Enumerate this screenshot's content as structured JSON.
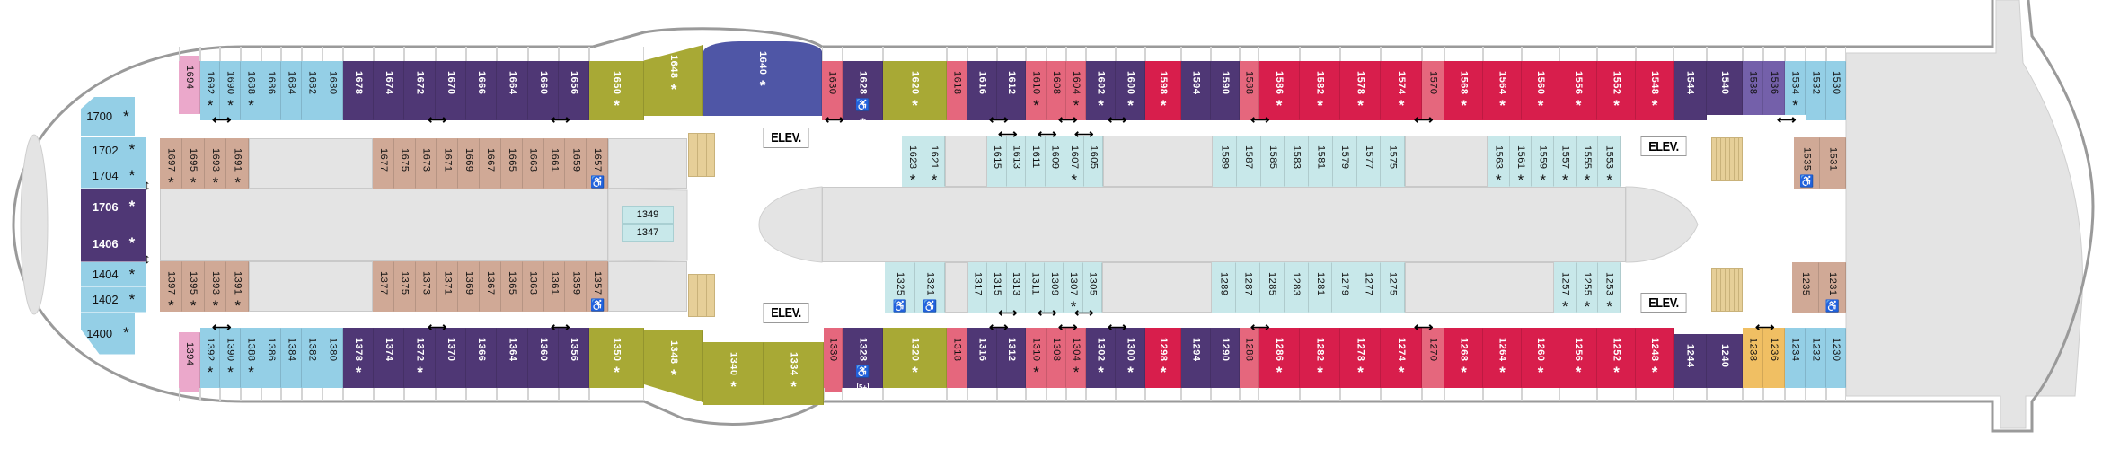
{
  "colors": {
    "lightblue": "#94cfe6",
    "purple": "#4f3775",
    "olive": "#a8a935",
    "royal": "#4f56a6",
    "rose": "#e5677d",
    "crimson": "#d81e4c",
    "tan": "#d0a996",
    "cyan": "#c8e8ea",
    "pink": "#eba8cb",
    "lavender": "#7460aa",
    "orange": "#f0bf63"
  },
  "top_row": [
    {
      "n": "1694",
      "t": "pink"
    },
    {
      "n": "1692",
      "t": "lightblue",
      "s": 1
    },
    {
      "n": "1690",
      "t": "lightblue",
      "s": 1
    },
    {
      "n": "1688",
      "t": "lightblue",
      "s": 1
    },
    {
      "n": "1686",
      "t": "lightblue"
    },
    {
      "n": "1684",
      "t": "lightblue"
    },
    {
      "n": "1682",
      "t": "lightblue"
    },
    {
      "n": "1680",
      "t": "lightblue"
    },
    {
      "n": "1678",
      "t": "purple"
    },
    {
      "n": "1674",
      "t": "purple"
    },
    {
      "n": "1672",
      "t": "purple"
    },
    {
      "n": "1670",
      "t": "purple"
    },
    {
      "n": "1666",
      "t": "purple"
    },
    {
      "n": "1664",
      "t": "purple"
    },
    {
      "n": "1660",
      "t": "purple"
    },
    {
      "n": "1656",
      "t": "purple"
    },
    {
      "n": "1650",
      "t": "olive",
      "s": 1
    },
    {
      "n": "1648",
      "t": "olive",
      "s": 1
    },
    {
      "n": "1640",
      "t": "royal",
      "s": 1
    },
    {
      "n": "1630",
      "t": "rose"
    },
    {
      "n": "1628",
      "t": "purple",
      "a": 1,
      "s": 1
    },
    {
      "n": "1620",
      "t": "olive",
      "s": 1
    },
    {
      "n": "1618",
      "t": "rose"
    },
    {
      "n": "1616",
      "t": "purple"
    },
    {
      "n": "1612",
      "t": "purple"
    },
    {
      "n": "1610",
      "t": "rose",
      "s": 1
    },
    {
      "n": "1608",
      "t": "rose"
    },
    {
      "n": "1604",
      "t": "rose",
      "s": 1
    },
    {
      "n": "1602",
      "t": "purple",
      "s": 1
    },
    {
      "n": "1600",
      "t": "purple",
      "s": 1
    },
    {
      "n": "1598",
      "t": "crimson",
      "s": 1
    },
    {
      "n": "1594",
      "t": "purple"
    },
    {
      "n": "1590",
      "t": "purple"
    },
    {
      "n": "1588",
      "t": "rose"
    },
    {
      "n": "1586",
      "t": "crimson",
      "s": 1
    },
    {
      "n": "1582",
      "t": "crimson",
      "s": 1
    },
    {
      "n": "1578",
      "t": "crimson",
      "s": 1
    },
    {
      "n": "1574",
      "t": "crimson",
      "s": 1
    },
    {
      "n": "1570",
      "t": "rose"
    },
    {
      "n": "1568",
      "t": "crimson",
      "s": 1
    },
    {
      "n": "1564",
      "t": "crimson",
      "s": 1
    },
    {
      "n": "1560",
      "t": "crimson",
      "s": 1
    },
    {
      "n": "1556",
      "t": "crimson",
      "s": 1
    },
    {
      "n": "1552",
      "t": "crimson",
      "s": 1
    },
    {
      "n": "1548",
      "t": "crimson",
      "s": 1
    },
    {
      "n": "1544",
      "t": "purple"
    },
    {
      "n": "1540",
      "t": "purple"
    },
    {
      "n": "1538",
      "t": "lavender"
    },
    {
      "n": "1536",
      "t": "lavender"
    },
    {
      "n": "1534",
      "t": "lightblue",
      "s": 1
    },
    {
      "n": "1532",
      "t": "lightblue"
    },
    {
      "n": "1530",
      "t": "lightblue"
    }
  ],
  "bottom_row": [
    {
      "n": "1394",
      "t": "pink"
    },
    {
      "n": "1392",
      "t": "lightblue",
      "s": 1
    },
    {
      "n": "1390",
      "t": "lightblue",
      "s": 1
    },
    {
      "n": "1388",
      "t": "lightblue",
      "s": 1
    },
    {
      "n": "1386",
      "t": "lightblue"
    },
    {
      "n": "1384",
      "t": "lightblue"
    },
    {
      "n": "1382",
      "t": "lightblue"
    },
    {
      "n": "1380",
      "t": "lightblue"
    },
    {
      "n": "1378",
      "t": "purple",
      "s": 1
    },
    {
      "n": "1374",
      "t": "purple"
    },
    {
      "n": "1372",
      "t": "purple",
      "s": 1
    },
    {
      "n": "1370",
      "t": "purple"
    },
    {
      "n": "1366",
      "t": "purple"
    },
    {
      "n": "1364",
      "t": "purple"
    },
    {
      "n": "1360",
      "t": "purple"
    },
    {
      "n": "1356",
      "t": "purple"
    },
    {
      "n": "1350",
      "t": "olive",
      "s": 1
    },
    {
      "n": "1348",
      "t": "olive",
      "s": 1
    },
    {
      "n": "1340",
      "t": "olive",
      "s": 1
    },
    {
      "n": "1334",
      "t": "olive",
      "s": 1
    },
    {
      "n": "1330",
      "t": "rose"
    },
    {
      "n": "1328",
      "t": "purple",
      "a": 1,
      "b": "5+"
    },
    {
      "n": "1320",
      "t": "olive",
      "s": 1
    },
    {
      "n": "1318",
      "t": "rose"
    },
    {
      "n": "1316",
      "t": "purple"
    },
    {
      "n": "1312",
      "t": "purple"
    },
    {
      "n": "1310",
      "t": "rose",
      "s": 1
    },
    {
      "n": "1308",
      "t": "rose"
    },
    {
      "n": "1304",
      "t": "rose",
      "s": 1
    },
    {
      "n": "1302",
      "t": "purple",
      "s": 1
    },
    {
      "n": "1300",
      "t": "purple",
      "s": 1
    },
    {
      "n": "1298",
      "t": "crimson",
      "s": 1
    },
    {
      "n": "1294",
      "t": "purple"
    },
    {
      "n": "1290",
      "t": "purple"
    },
    {
      "n": "1288",
      "t": "rose"
    },
    {
      "n": "1286",
      "t": "crimson",
      "s": 1
    },
    {
      "n": "1282",
      "t": "crimson",
      "s": 1
    },
    {
      "n": "1278",
      "t": "crimson",
      "s": 1
    },
    {
      "n": "1274",
      "t": "crimson",
      "s": 1
    },
    {
      "n": "1270",
      "t": "rose"
    },
    {
      "n": "1268",
      "t": "crimson",
      "s": 1
    },
    {
      "n": "1264",
      "t": "crimson",
      "s": 1
    },
    {
      "n": "1260",
      "t": "crimson",
      "s": 1
    },
    {
      "n": "1256",
      "t": "crimson",
      "s": 1
    },
    {
      "n": "1252",
      "t": "crimson",
      "s": 1
    },
    {
      "n": "1248",
      "t": "crimson",
      "s": 1
    },
    {
      "n": "1244",
      "t": "purple"
    },
    {
      "n": "1240",
      "t": "purple"
    },
    {
      "n": "1238",
      "t": "orange"
    },
    {
      "n": "1236",
      "t": "orange"
    },
    {
      "n": "1234",
      "t": "lightblue"
    },
    {
      "n": "1232",
      "t": "lightblue"
    },
    {
      "n": "1230",
      "t": "lightblue"
    }
  ],
  "inner_groups": [
    [
      {
        "n": "1697",
        "t": "tan",
        "s": 1
      },
      {
        "n": "1695",
        "t": "tan",
        "s": 1
      },
      {
        "n": "1693",
        "t": "tan",
        "s": 1
      },
      {
        "n": "1691",
        "t": "tan",
        "s": 1
      }
    ],
    [
      {
        "n": "1677",
        "t": "tan"
      },
      {
        "n": "1675",
        "t": "tan"
      },
      {
        "n": "1673",
        "t": "tan"
      },
      {
        "n": "1671",
        "t": "tan"
      },
      {
        "n": "1669",
        "t": "tan"
      },
      {
        "n": "1667",
        "t": "tan"
      },
      {
        "n": "1665",
        "t": "tan"
      },
      {
        "n": "1663",
        "t": "tan"
      },
      {
        "n": "1661",
        "t": "tan"
      },
      {
        "n": "1659",
        "t": "tan"
      },
      {
        "n": "1657",
        "t": "tan",
        "a": 1
      }
    ],
    [
      {
        "n": "1623",
        "t": "cyan",
        "s": 1
      },
      {
        "n": "1621",
        "t": "cyan",
        "s": 1
      }
    ],
    [
      {
        "n": "1615",
        "t": "cyan"
      },
      {
        "n": "1613",
        "t": "cyan"
      },
      {
        "n": "1611",
        "t": "cyan"
      },
      {
        "n": "1609",
        "t": "cyan"
      },
      {
        "n": "1607",
        "t": "cyan",
        "s": 1
      },
      {
        "n": "1605",
        "t": "cyan"
      }
    ],
    [
      {
        "n": "1589",
        "t": "cyan"
      },
      {
        "n": "1587",
        "t": "cyan"
      },
      {
        "n": "1585",
        "t": "cyan"
      },
      {
        "n": "1583",
        "t": "cyan"
      },
      {
        "n": "1581",
        "t": "cyan"
      },
      {
        "n": "1579",
        "t": "cyan"
      },
      {
        "n": "1577",
        "t": "cyan"
      },
      {
        "n": "1575",
        "t": "cyan"
      }
    ],
    [
      {
        "n": "1563",
        "t": "cyan",
        "s": 1
      },
      {
        "n": "1561",
        "t": "cyan",
        "s": 1
      },
      {
        "n": "1559",
        "t": "cyan",
        "s": 1
      },
      {
        "n": "1557",
        "t": "cyan",
        "s": 1
      },
      {
        "n": "1555",
        "t": "cyan",
        "s": 1
      },
      {
        "n": "1553",
        "t": "cyan",
        "s": 1
      }
    ],
    [
      {
        "n": "1535",
        "t": "tan",
        "a": 1
      },
      {
        "n": "1531",
        "t": "tan"
      }
    ],
    [
      {
        "n": "1397",
        "t": "tan",
        "s": 1
      },
      {
        "n": "1395",
        "t": "tan",
        "s": 1
      },
      {
        "n": "1393",
        "t": "tan",
        "s": 1
      },
      {
        "n": "1391",
        "t": "tan",
        "s": 1
      }
    ],
    [
      {
        "n": "1377",
        "t": "tan"
      },
      {
        "n": "1375",
        "t": "tan"
      },
      {
        "n": "1373",
        "t": "tan"
      },
      {
        "n": "1371",
        "t": "tan"
      },
      {
        "n": "1369",
        "t": "tan"
      },
      {
        "n": "1367",
        "t": "tan"
      },
      {
        "n": "1365",
        "t": "tan"
      },
      {
        "n": "1363",
        "t": "tan"
      },
      {
        "n": "1361",
        "t": "tan"
      },
      {
        "n": "1359",
        "t": "tan"
      },
      {
        "n": "1357",
        "t": "tan",
        "a": 1
      }
    ],
    [
      {
        "n": "1325",
        "t": "cyan",
        "a": 1
      },
      {
        "n": "1321",
        "t": "cyan",
        "a": 1
      }
    ],
    [
      {
        "n": "1317",
        "t": "cyan"
      },
      {
        "n": "1315",
        "t": "cyan"
      },
      {
        "n": "1313",
        "t": "cyan"
      },
      {
        "n": "1311",
        "t": "cyan"
      },
      {
        "n": "1309",
        "t": "cyan"
      },
      {
        "n": "1307",
        "t": "cyan",
        "s": 1
      },
      {
        "n": "1305",
        "t": "cyan"
      }
    ],
    [
      {
        "n": "1289",
        "t": "cyan"
      },
      {
        "n": "1287",
        "t": "cyan"
      },
      {
        "n": "1285",
        "t": "cyan"
      },
      {
        "n": "1283",
        "t": "cyan"
      },
      {
        "n": "1281",
        "t": "cyan"
      },
      {
        "n": "1279",
        "t": "cyan"
      },
      {
        "n": "1277",
        "t": "cyan"
      },
      {
        "n": "1275",
        "t": "cyan"
      }
    ],
    [
      {
        "n": "1257",
        "t": "cyan",
        "s": 1
      },
      {
        "n": "1255",
        "t": "cyan",
        "s": 1
      },
      {
        "n": "1253",
        "t": "cyan",
        "s": 1
      }
    ],
    [
      {
        "n": "1235",
        "t": "tan"
      },
      {
        "n": "1231",
        "t": "tan",
        "a": 1
      }
    ]
  ],
  "forward_stack": [
    {
      "n": "1700",
      "t": "lightblue",
      "s": 1
    },
    {
      "n": "1702",
      "t": "lightblue",
      "s": 1
    },
    {
      "n": "1704",
      "t": "lightblue",
      "s": 1
    },
    {
      "n": "1706",
      "t": "purple",
      "s": 1
    },
    {
      "n": "1406",
      "t": "purple",
      "s": 1
    },
    {
      "n": "1404",
      "t": "lightblue",
      "s": 1
    },
    {
      "n": "1402",
      "t": "lightblue",
      "s": 1
    },
    {
      "n": "1400",
      "t": "lightblue",
      "s": 1
    }
  ],
  "mid_box": [
    "1349",
    "1347"
  ],
  "elevators": [
    "ELEV.",
    "ELEV.",
    "ELEV.",
    "ELEV."
  ]
}
